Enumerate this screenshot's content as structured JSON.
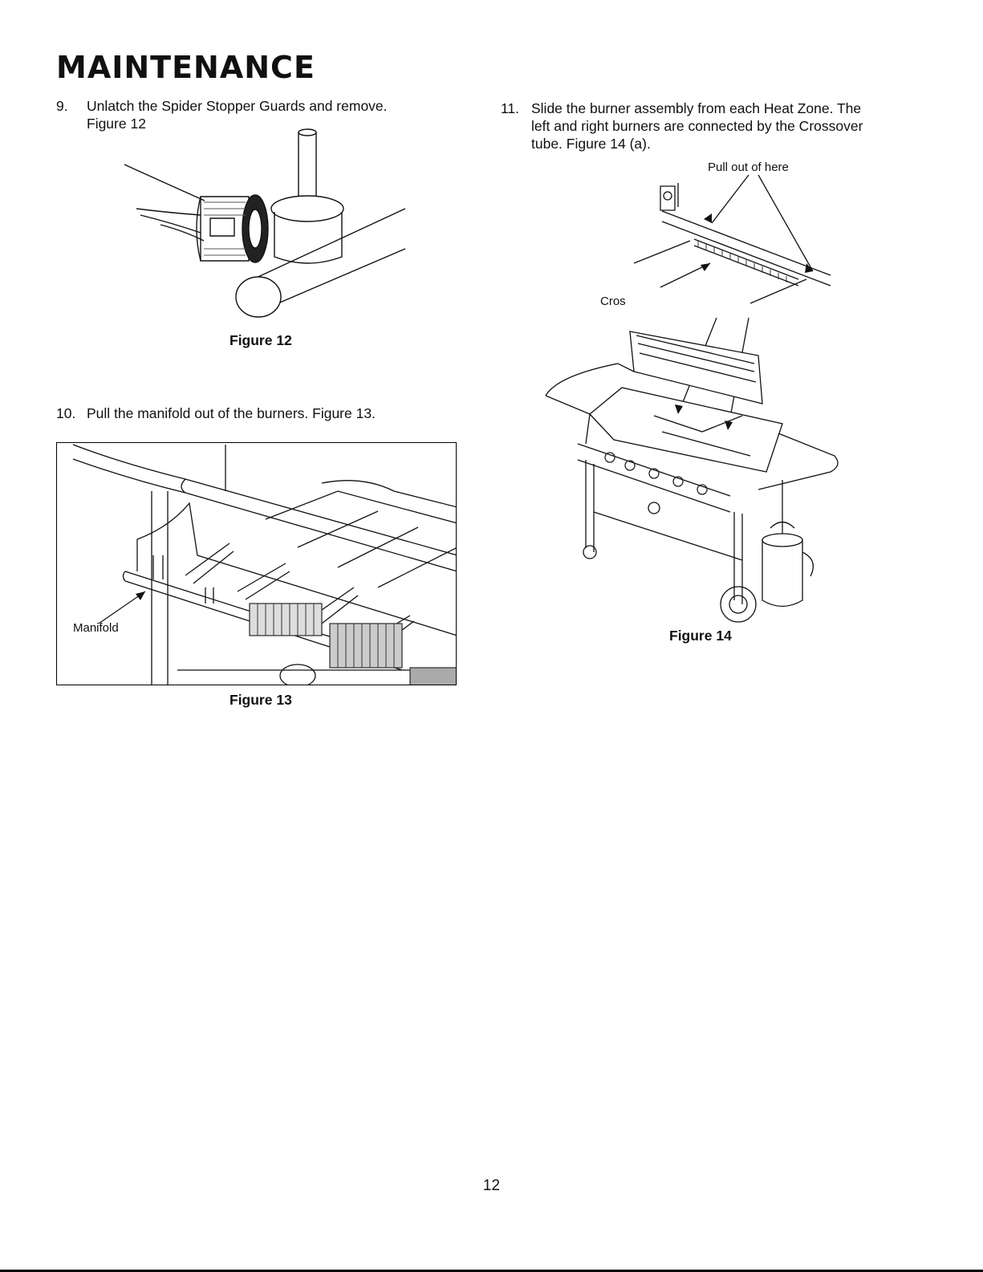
{
  "section_title": "MAINTENANCE",
  "steps": [
    {
      "number": "9.",
      "line1": "Unlatch the Spider Stopper Guards and remove.",
      "line2": "Figure 12"
    },
    {
      "number": "10.",
      "line1": "Pull the manifold out of the burners. Figure 13."
    },
    {
      "number": "11.",
      "line1": "Slide the burner assembly from each Heat Zone. The",
      "line2": "left and right burners are connected by the Crossover",
      "line3": "tube. Figure 14 (a)."
    }
  ],
  "figures": [
    {
      "caption": "Figure 12"
    },
    {
      "caption": "Figure 13",
      "label": "Manifold"
    },
    {
      "caption": "Figure 14",
      "label_top": "Pull out of here",
      "label_left": "Cros"
    }
  ],
  "page_number": "12"
}
